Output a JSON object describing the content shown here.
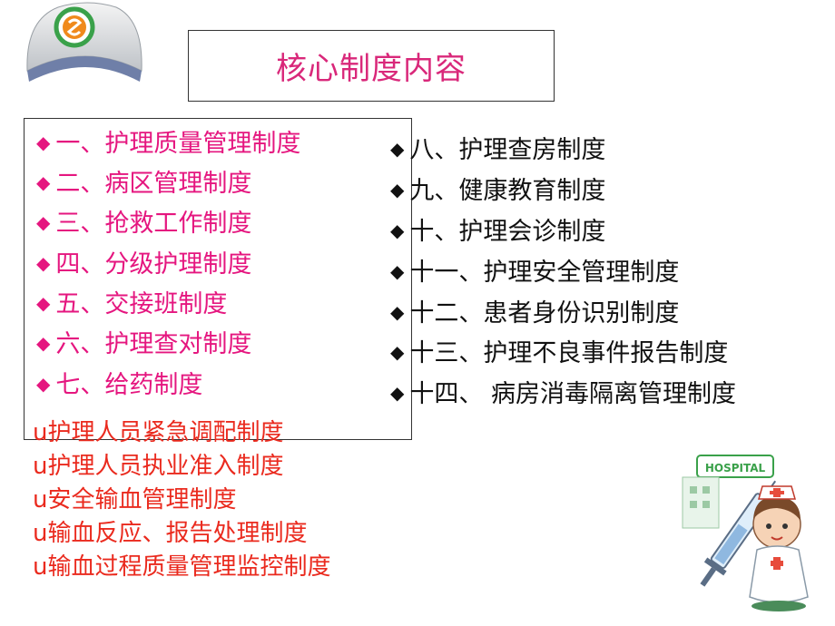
{
  "title": "核心制度内容",
  "left_items": [
    {
      "bullet": "◆",
      "text": "一、护理质量管理制度"
    },
    {
      "bullet": "◆",
      "text": "二、病区管理制度"
    },
    {
      "bullet": "◆",
      "text": "三、抢救工作制度"
    },
    {
      "bullet": "◆",
      "text": "四、分级护理制度"
    },
    {
      "bullet": "◆",
      "text": "五、交接班制度"
    },
    {
      "bullet": "◆",
      "text": "六、护理查对制度"
    },
    {
      "bullet": "◆",
      "text": "七、给药制度"
    }
  ],
  "right_items": [
    {
      "bullet": "◆",
      "text": "八、护理查房制度"
    },
    {
      "bullet": "◆",
      "text": "九、健康教育制度"
    },
    {
      "bullet": "◆",
      "text": "十、护理会诊制度"
    },
    {
      "bullet": "◆",
      "text": "十一、护理安全管理制度"
    },
    {
      "bullet": "◆",
      "text": "十二、患者身份识别制度"
    },
    {
      "bullet": "◆",
      "text": "十三、护理不良事件报告制度"
    },
    {
      "bullet": "◆",
      "text": "十四、 病房消毒隔离管理制度"
    }
  ],
  "bottom_items": [
    "u护理人员紧急调配制度",
    "u护理人员执业准入制度",
    "u安全输血管理制度",
    "u输血反应、报告处理制度",
    "u输血过程质量管理监控制度"
  ],
  "hospital_sign": "HOSPITAL",
  "colors": {
    "title": "#d9287a",
    "left_items": "#e5167f",
    "right_items": "#111111",
    "bottom_items": "#ea2a1e",
    "logo_green": "#3aa14a",
    "logo_orange": "#f08a1c"
  }
}
